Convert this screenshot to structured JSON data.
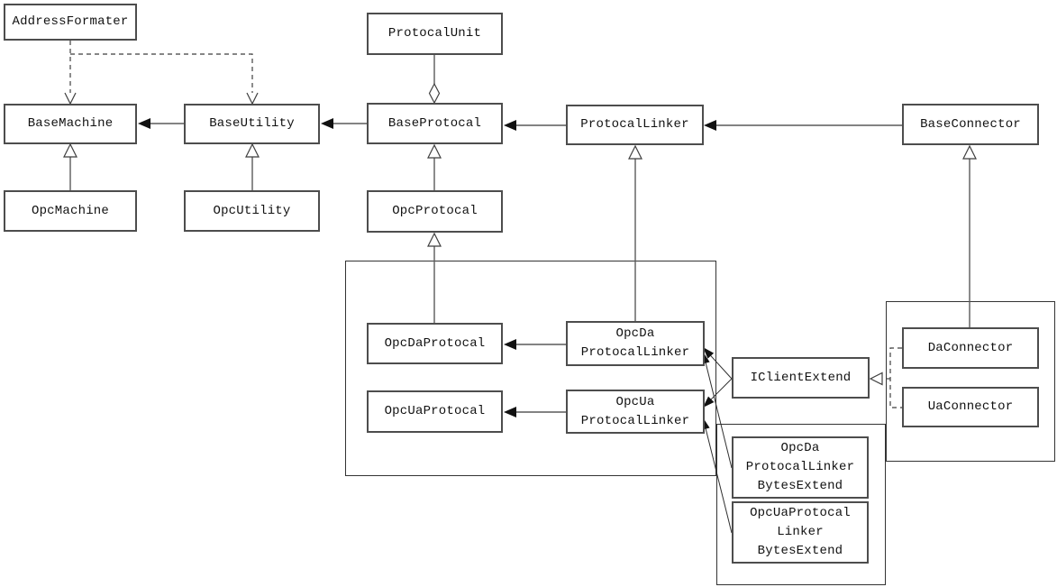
{
  "diagram": {
    "type": "uml-class-diagram",
    "colors": {
      "background": "#ffffff",
      "box_border": "#4d4d4d",
      "group_border": "#333333",
      "line": "#5a5a5a",
      "text": "#111111",
      "arrow_fill": "#111111"
    },
    "nodes": {
      "addressFormater": {
        "label": "AddressFormater"
      },
      "baseMachine": {
        "label": "BaseMachine"
      },
      "baseUtility": {
        "label": "BaseUtility"
      },
      "protocalUnit": {
        "label": "ProtocalUnit"
      },
      "baseProtocal": {
        "label": "BaseProtocal"
      },
      "protocalLinker": {
        "label": "ProtocalLinker"
      },
      "baseConnector": {
        "label": "BaseConnector"
      },
      "opcMachine": {
        "label": "OpcMachine"
      },
      "opcUtility": {
        "label": "OpcUtility"
      },
      "opcProtocal": {
        "label": "OpcProtocal"
      },
      "opcDaProtocal": {
        "label": "OpcDaProtocal"
      },
      "opcDaProtocalLinker": {
        "label": "OpcDa\nProtocalLinker"
      },
      "opcUaProtocal": {
        "label": "OpcUaProtocal"
      },
      "opcUaProtocalLinker": {
        "label": "OpcUa\nProtocalLinker"
      },
      "iClientExtend": {
        "label": "IClientExtend"
      },
      "daConnector": {
        "label": "DaConnector"
      },
      "uaConnector": {
        "label": "UaConnector"
      },
      "opcDaProtocalLinkerBytesExtend": {
        "label": "OpcDa\nProtocalLinker\nBytesExtend"
      },
      "opcUaProtocalLinkerBytesExtend": {
        "label": "OpcUaProtocal\nLinker\nBytesExtend"
      }
    },
    "groups": [
      {
        "name": "opc-protocal-group",
        "members": [
          "OpcDaProtocal",
          "OpcUaProtocal",
          "OpcDaProtocalLinker",
          "OpcUaProtocalLinker"
        ]
      },
      {
        "name": "bytes-extend-group",
        "members": [
          "OpcDaProtocalLinkerBytesExtend",
          "OpcUaProtocalLinkerBytesExtend"
        ]
      },
      {
        "name": "connector-group",
        "members": [
          "DaConnector",
          "UaConnector"
        ]
      }
    ],
    "relations": [
      {
        "from": "AddressFormater",
        "to": "BaseMachine",
        "type": "dependency",
        "style": "dashed-open-arrow"
      },
      {
        "from": "AddressFormater",
        "to": "BaseUtility",
        "type": "dependency",
        "style": "dashed-open-arrow"
      },
      {
        "from": "BaseUtility",
        "to": "BaseMachine",
        "type": "association",
        "style": "solid-filled-arrow"
      },
      {
        "from": "BaseProtocal",
        "to": "BaseUtility",
        "type": "association",
        "style": "solid-filled-arrow"
      },
      {
        "from": "ProtocalLinker",
        "to": "BaseProtocal",
        "type": "association",
        "style": "solid-filled-arrow"
      },
      {
        "from": "BaseConnector",
        "to": "ProtocalLinker",
        "type": "association",
        "style": "solid-filled-arrow"
      },
      {
        "from": "ProtocalUnit",
        "to": "BaseProtocal",
        "type": "aggregation",
        "style": "solid-hollow-diamond"
      },
      {
        "from": "OpcMachine",
        "to": "BaseMachine",
        "type": "generalization",
        "style": "solid-hollow-triangle"
      },
      {
        "from": "OpcUtility",
        "to": "BaseUtility",
        "type": "generalization",
        "style": "solid-hollow-triangle"
      },
      {
        "from": "OpcProtocal",
        "to": "BaseProtocal",
        "type": "generalization",
        "style": "solid-hollow-triangle"
      },
      {
        "from": "OpcDaProtocal",
        "to": "OpcProtocal",
        "type": "generalization",
        "style": "solid-hollow-triangle"
      },
      {
        "from": "OpcDaProtocalLinker",
        "to": "ProtocalLinker",
        "type": "generalization",
        "style": "solid-hollow-triangle"
      },
      {
        "from": "DaConnector",
        "to": "BaseConnector",
        "type": "generalization",
        "style": "solid-hollow-triangle"
      },
      {
        "from": "OpcDaProtocalLinker",
        "to": "OpcDaProtocal",
        "type": "association",
        "style": "solid-filled-arrow"
      },
      {
        "from": "OpcUaProtocalLinker",
        "to": "OpcUaProtocal",
        "type": "association",
        "style": "solid-filled-arrow"
      },
      {
        "from": "IClientExtend",
        "to": "OpcDaProtocalLinker",
        "type": "association",
        "style": "solid-filled-arrow"
      },
      {
        "from": "IClientExtend",
        "to": "OpcUaProtocalLinker",
        "type": "association",
        "style": "solid-filled-arrow"
      },
      {
        "from": "OpcDaProtocalLinkerBytesExtend",
        "to": "OpcDaProtocalLinker",
        "type": "association",
        "style": "solid-filled-arrow"
      },
      {
        "from": "OpcUaProtocalLinkerBytesExtend",
        "to": "OpcUaProtocalLinker",
        "type": "association",
        "style": "solid-filled-arrow"
      },
      {
        "from": "DaConnector",
        "to": "IClientExtend",
        "type": "realization",
        "style": "dashed-hollow-triangle"
      },
      {
        "from": "UaConnector",
        "to": "IClientExtend",
        "type": "realization",
        "style": "dashed-hollow-triangle"
      }
    ]
  }
}
